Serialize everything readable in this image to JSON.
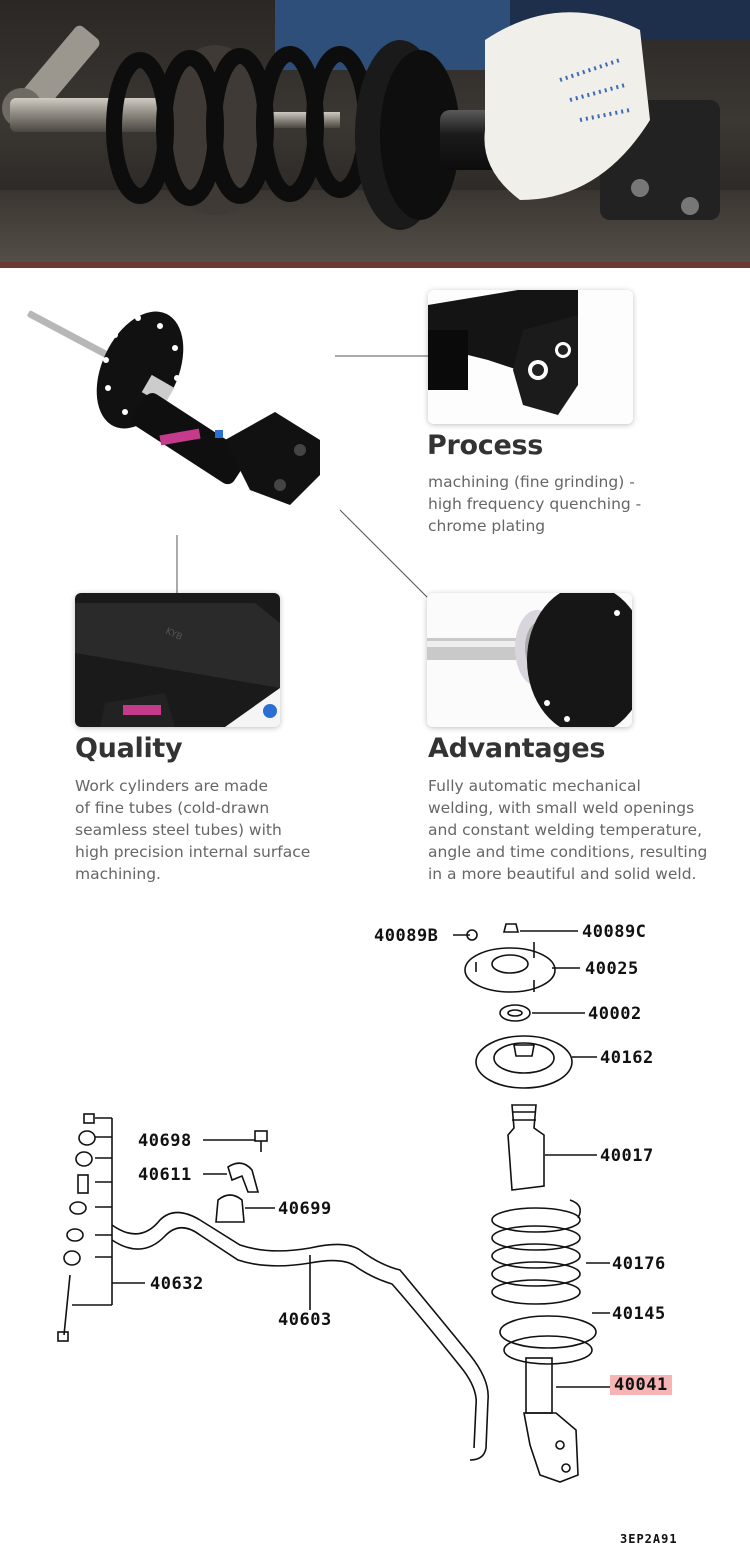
{
  "sections": {
    "process": {
      "title": "Process",
      "lines": [
        "machining (fine grinding) -",
        "high frequency quenching -",
        "chrome plating"
      ]
    },
    "quality": {
      "title": "Quality",
      "lines": [
        "Work cylinders are made",
        "of fine tubes (cold-drawn",
        "seamless steel tubes) with",
        "high precision internal surface",
        "machining."
      ]
    },
    "advantages": {
      "title": "Advantages",
      "lines": [
        "Fully automatic mechanical",
        "welding, with small weld openings",
        "and constant welding temperature,",
        "angle and time conditions, resulting",
        "in a more beautiful and solid weld."
      ]
    }
  },
  "diagram": {
    "parts": {
      "p40089B": "40089B",
      "p40089C": "40089C",
      "p40025": "40025",
      "p40002": "40002",
      "p40162": "40162",
      "p40017": "40017",
      "p40176": "40176",
      "p40145": "40145",
      "p40041": "40041",
      "p40698": "40698",
      "p40611": "40611",
      "p40699": "40699",
      "p40632": "40632",
      "p40603": "40603"
    },
    "highlighted_part": "40041",
    "highlight_color": "#f7b4b4",
    "drawing_code": "3EP2A91"
  },
  "colors": {
    "heading": "#333333",
    "body_text": "#666666",
    "hero_background": "#2a2724"
  }
}
